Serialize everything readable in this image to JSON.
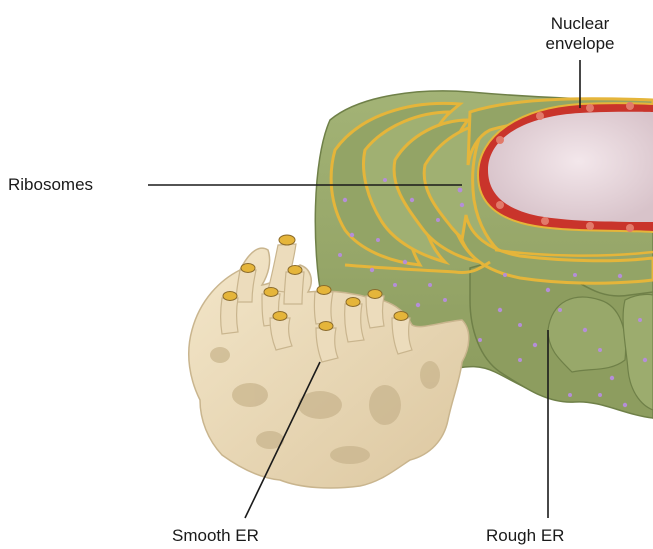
{
  "labels": {
    "nuclear_envelope": [
      "Nuclear",
      "envelope"
    ],
    "ribosomes": "Ribosomes",
    "smooth_er": "Smooth ER",
    "rough_er": "Rough ER"
  },
  "colors": {
    "rough_er_body": "#98a86a",
    "rough_er_shadow": "#6f8048",
    "membrane_edge": "#e5b53a",
    "nuclear_envelope": "#c9342b",
    "nucleoplasm": "#eadbe0",
    "ribosome": "#b58ed8",
    "smooth_er": "#ecdcbc",
    "smooth_er_shadow": "#c9b58e",
    "leader_line": "#1a1a1a"
  }
}
